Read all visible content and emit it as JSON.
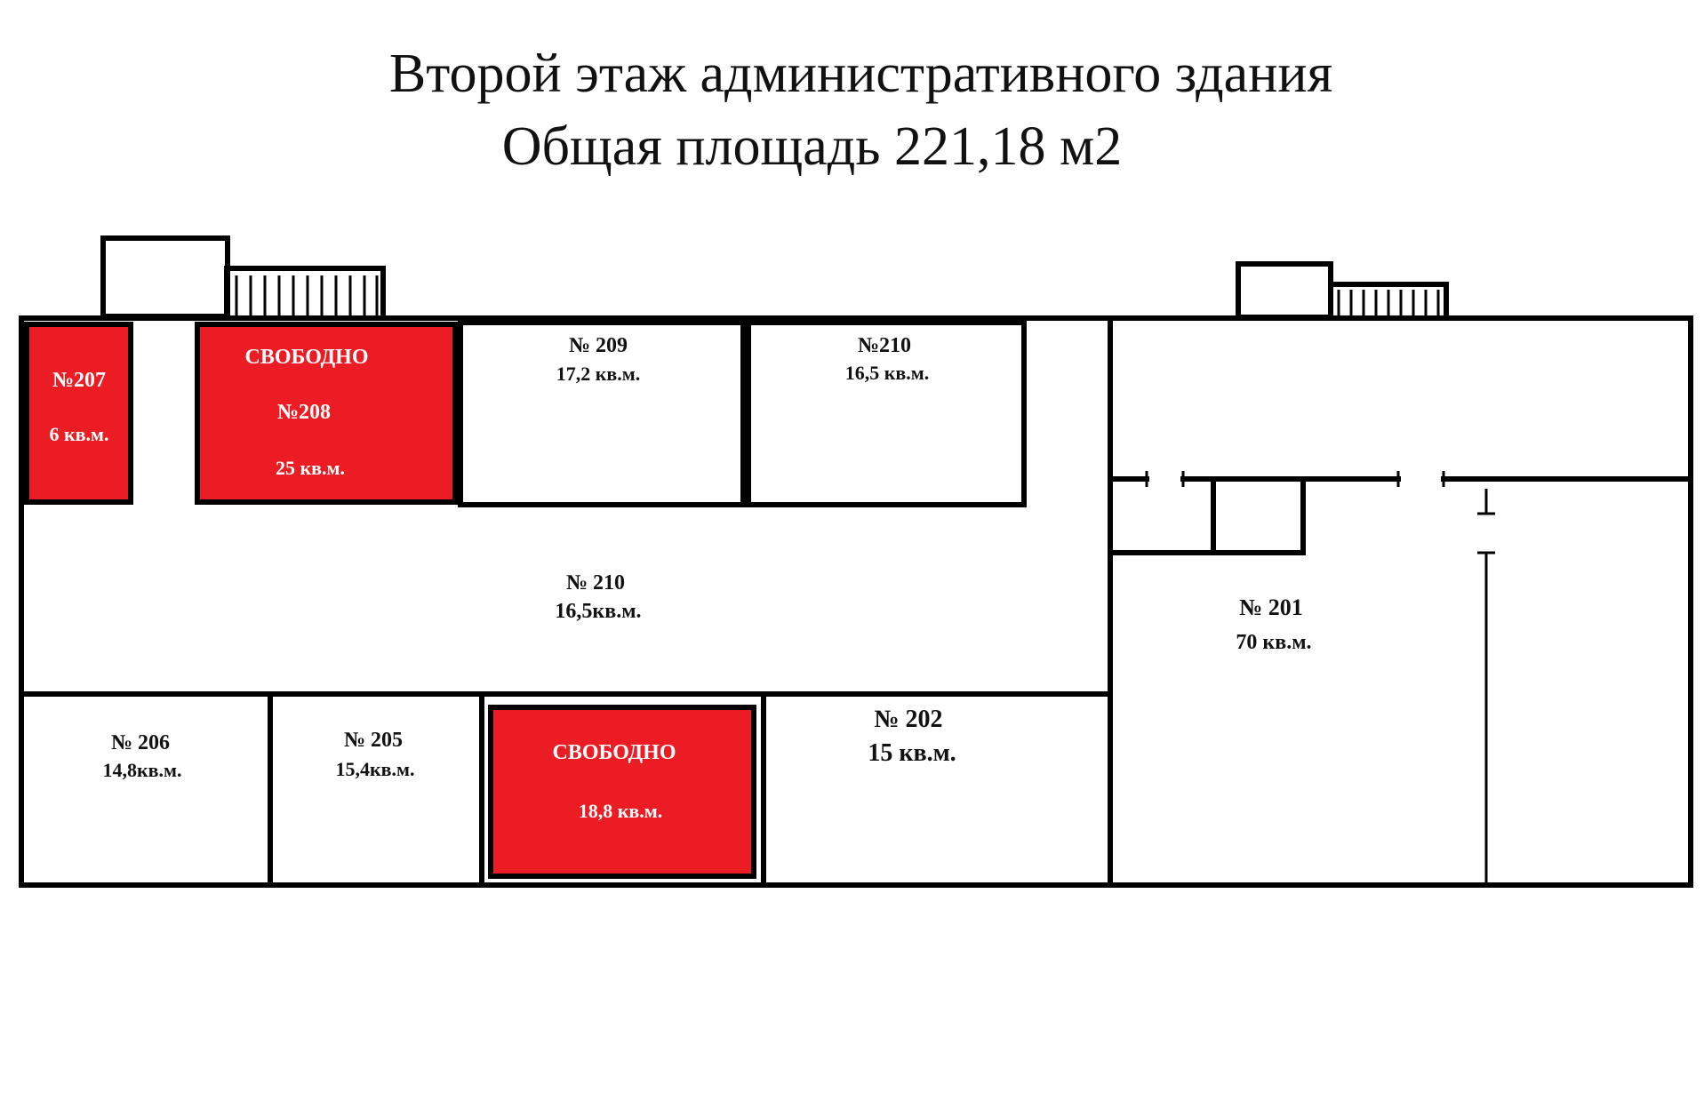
{
  "title": {
    "line1": "Второй этаж административного здания",
    "line2": "Общая площадь 221,18 м2"
  },
  "rooms": {
    "r207": {
      "number": "№207",
      "area": "6 кв.м.",
      "status": "occupied-red"
    },
    "r208": {
      "status_text": "СВОБОДНО",
      "number": "№208",
      "area": "25 кв.м."
    },
    "r209": {
      "number": "№ 209",
      "area": "17,2 кв.м."
    },
    "r210a": {
      "number": "№210",
      "area": "16,5 кв.м."
    },
    "corridor": {
      "number": "№ 210",
      "area": "16,5кв.м."
    },
    "r201": {
      "number": "№ 201",
      "area": "70 кв.м."
    },
    "r206": {
      "number": "№ 206",
      "area": "14,8кв.м."
    },
    "r205": {
      "number": "№ 205",
      "area": "15,4кв.м."
    },
    "free_bottom": {
      "status_text": "СВОБОДНО",
      "area": "18,8 кв.м."
    },
    "r202": {
      "number": "№ 202",
      "area": "15 кв.м."
    }
  },
  "colors": {
    "free": "#ec1c24",
    "walls": "#000000",
    "background": "#ffffff"
  }
}
